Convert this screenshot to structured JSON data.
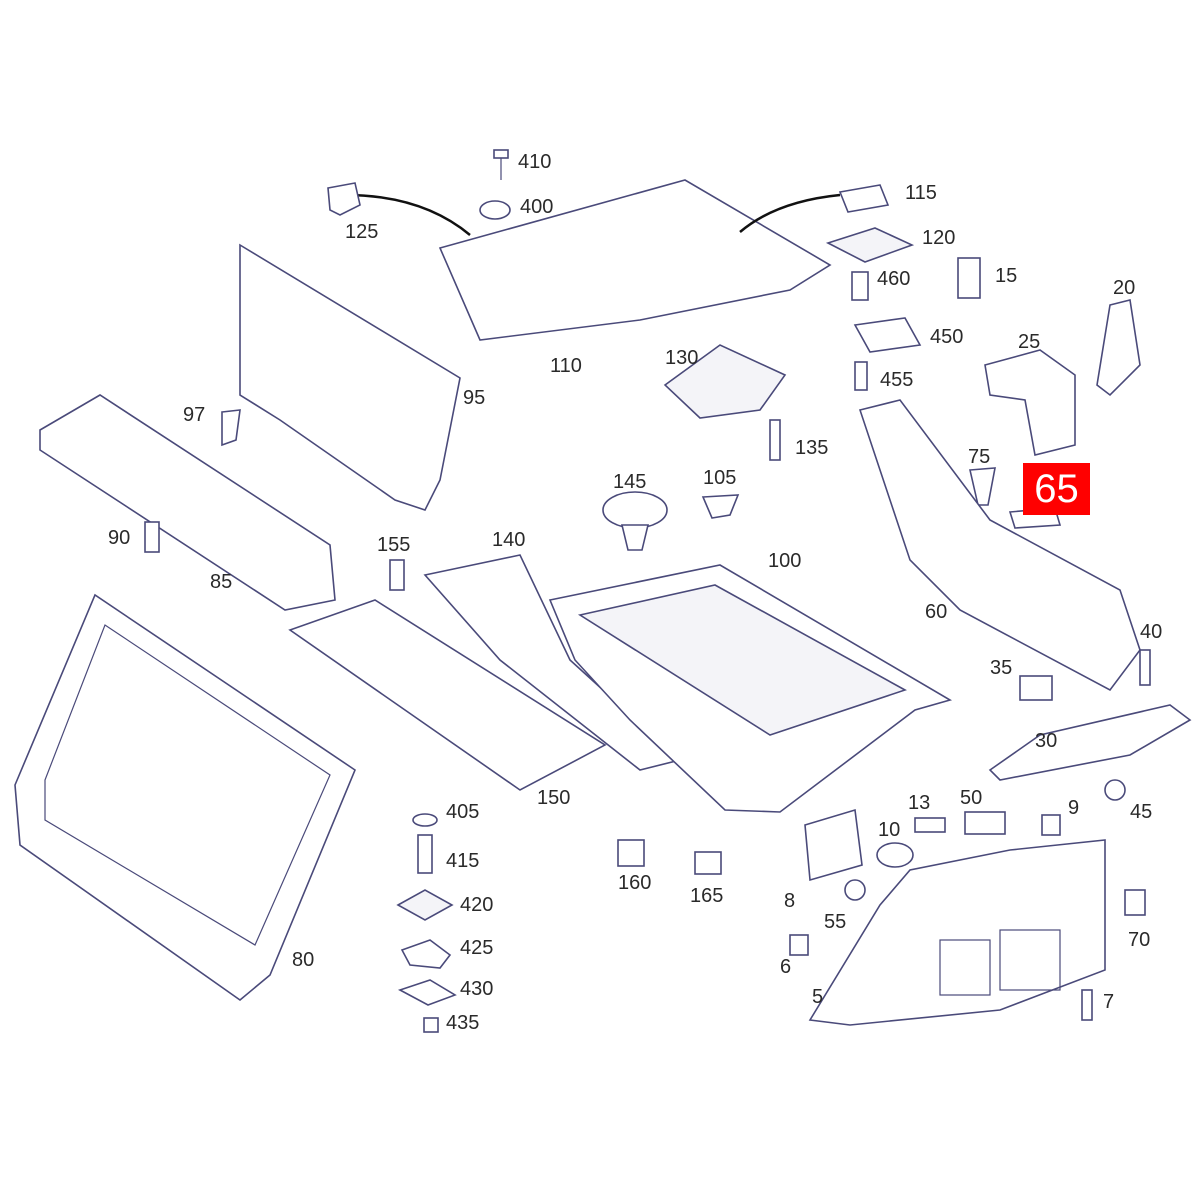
{
  "diagram": {
    "highlighted_part": "65",
    "highlight_color": "#ff0000",
    "labels": [
      "410",
      "400",
      "125",
      "115",
      "120",
      "15",
      "110",
      "460",
      "450",
      "20",
      "25",
      "130",
      "455",
      "95",
      "97",
      "135",
      "75",
      "145",
      "105",
      "90",
      "155",
      "140",
      "100",
      "85",
      "60",
      "40",
      "35",
      "30",
      "45",
      "9",
      "50",
      "13",
      "10",
      "405",
      "415",
      "420",
      "425",
      "430",
      "435",
      "160",
      "165",
      "150",
      "80",
      "8",
      "55",
      "6",
      "5",
      "70",
      "7"
    ]
  }
}
